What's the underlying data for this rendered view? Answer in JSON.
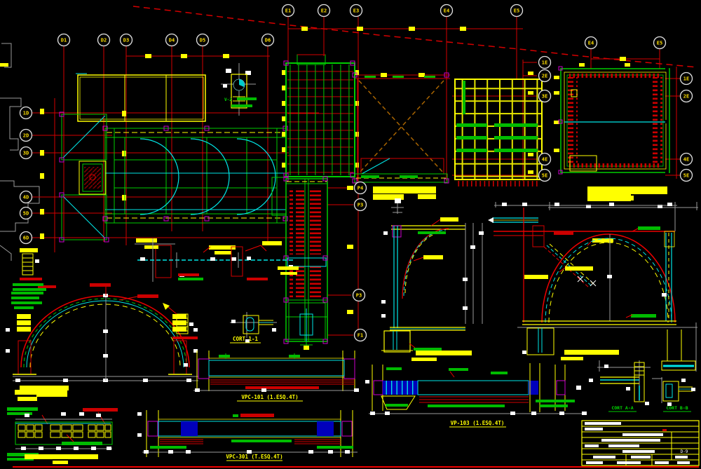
{
  "palette": {
    "background": "#000000",
    "grid_red": "#d40000",
    "accent_yellow": "#ffff00",
    "structure_green": "#00cc00",
    "rebar_cyan": "#00e6e6",
    "node_magenta": "#cc00cc",
    "hatch_maroon": "#7e0000",
    "dim_white": "#ffffff",
    "dim_gray": "#9a9a9a",
    "brace_orange": "#a86400",
    "block_blue": "#0000bb"
  },
  "bubbles": {
    "d_row": [
      "D1",
      "D2",
      "D3",
      "D4",
      "D5",
      "D6"
    ],
    "d_left": [
      "1D",
      "2D",
      "3D",
      "4D",
      "5D",
      "6D"
    ],
    "e_top": [
      "E1",
      "E2",
      "E3",
      "E4",
      "E5"
    ],
    "e_right": [
      "1E",
      "2E",
      "3E",
      "4E",
      "5E"
    ],
    "e_far_top": [
      "E4",
      "E5"
    ],
    "e_far_right": [
      "1E",
      "2E",
      "4E",
      "5E"
    ],
    "p_col": [
      "P4",
      "P3",
      "P3",
      "F1"
    ]
  },
  "titles": {
    "beam1": "VPC-101 (1.ESQ.4T)",
    "beam2": "VPC-301 (T.ESQ.4T)",
    "beam3": "VP-103 (1.ESQ.4T)",
    "cort_a": "CORT A-A",
    "cort_b": "CORT B-B",
    "cort_1": "CORT 1-1",
    "v2": "V-2",
    "sheet_no": "D-9"
  }
}
